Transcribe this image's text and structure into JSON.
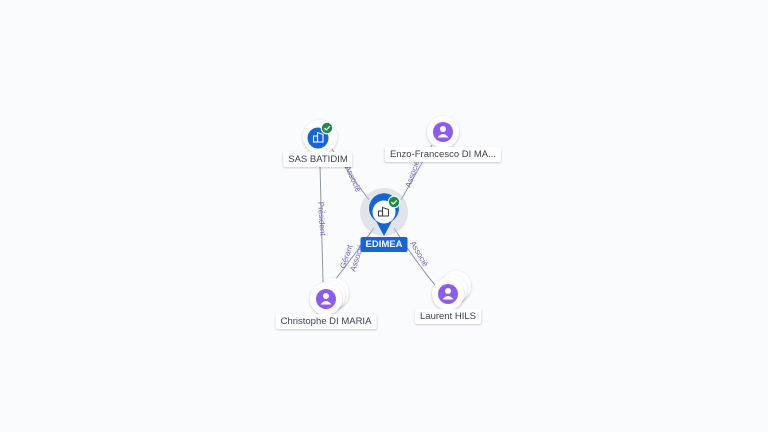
{
  "nodes": {
    "sas_batidim": {
      "label": "SAS BATIDIM",
      "type": "company",
      "verified": true
    },
    "enzo": {
      "label": "Enzo-Francesco DI MA...",
      "type": "person"
    },
    "edimea": {
      "label": "EDIMEA",
      "type": "company",
      "verified": true,
      "focus": true
    },
    "christophe": {
      "label": "Christophe DI MARIA",
      "type": "person"
    },
    "laurent": {
      "label": "Laurent HILS",
      "type": "person"
    }
  },
  "edges": {
    "batidim_edimea": "Associé",
    "enzo_edimea": "Associé",
    "batidim_christophe": "Président",
    "christophe_edimea_1": "Gérant",
    "christophe_edimea_2": "Associé",
    "laurent_edimea": "Associé"
  },
  "icons": {
    "company": "building-icon",
    "person": "person-icon",
    "verified": "check-badge-icon"
  },
  "colors": {
    "company_blue": "#1565d8",
    "person_purple": "#8c5cf0",
    "verified_green": "#1e8a4c",
    "edge_label": "#6a63c9"
  }
}
